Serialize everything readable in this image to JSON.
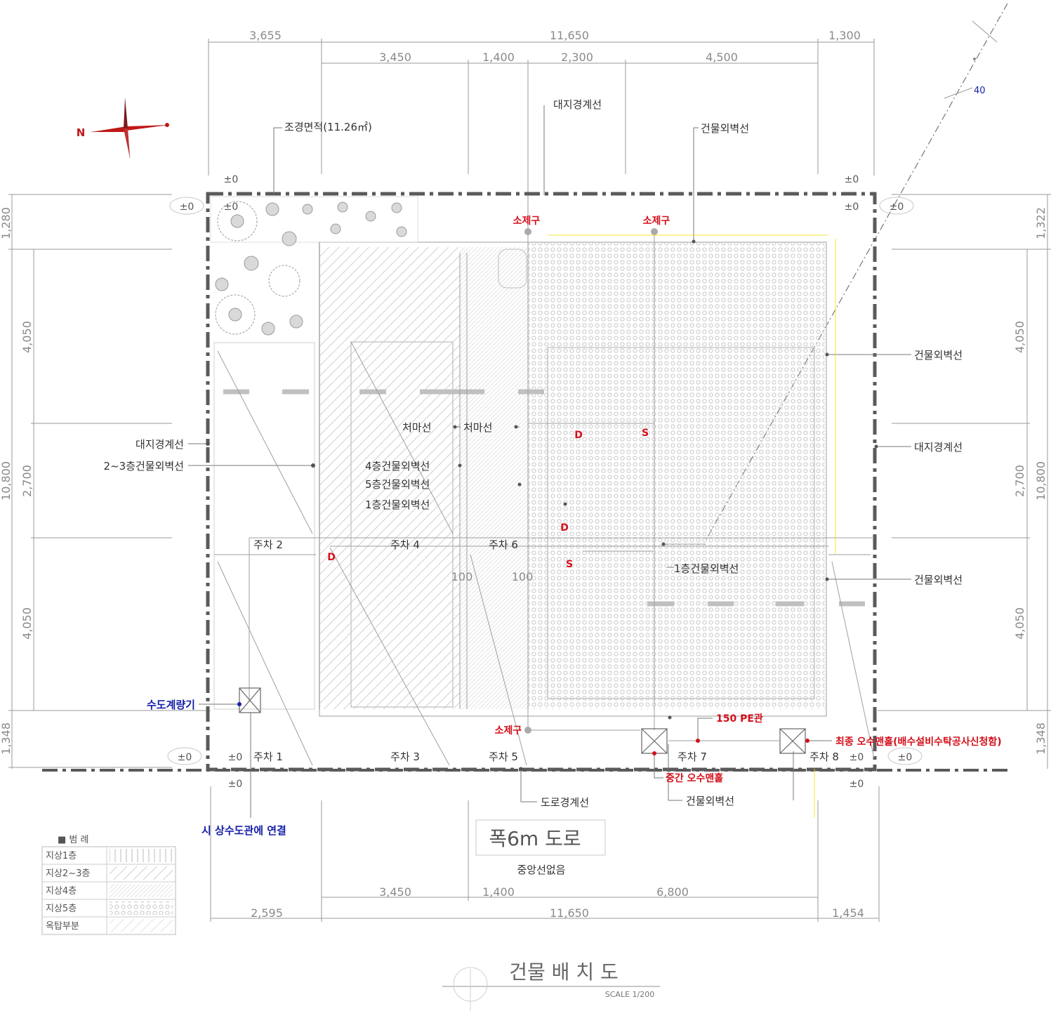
{
  "title": "건물 배 치 도",
  "scale": "SCALE 1/200",
  "road": {
    "name": "폭6m 도로",
    "note": "중앙선없음"
  },
  "top_dims": {
    "outer": [
      "3,655",
      "11,650",
      "1,300"
    ],
    "inner": [
      "3,450",
      "1,400",
      "2,300",
      "4,500"
    ]
  },
  "bottom_dims": {
    "inner": [
      "3,450",
      "1,400",
      "6,800"
    ],
    "outer": [
      "2,595",
      "11,650",
      "1,454"
    ]
  },
  "left_dims": {
    "outer": [
      "1,280",
      "10,800",
      "1,348"
    ],
    "inner": [
      "4,050",
      "2,700",
      "4,050"
    ]
  },
  "right_dims": {
    "outer": [
      "1,322",
      "10,800",
      "1,348"
    ],
    "inner": [
      "4,050",
      "2,700",
      "4,050"
    ]
  },
  "angle": "40",
  "north": "N",
  "level": "±0",
  "labels": {
    "landscape": "조경면적(11.26㎡)",
    "site_boundary_top": "대지경계선",
    "wall_top": "건물외벽선",
    "wall_right_1": "건물외벽선",
    "site_boundary_right": "대지경계선",
    "wall_right_2": "건물외벽선",
    "site_boundary_left": "대지경계선",
    "wall_23_left": "2~3층건물외벽선",
    "eave_1": "처마선",
    "eave_2": "처마선",
    "wall_4": "4층건물외벽선",
    "wall_5": "5층건물외벽선",
    "wall_1": "1층건물외벽선",
    "wall_1_right": "1층건물외벽선",
    "road_boundary": "도로경계선",
    "wall_bottom": "건물외벽선",
    "dim_100a": "100",
    "dim_100b": "100"
  },
  "parking": [
    "주차 1",
    "주차 2",
    "주차 3",
    "주차 4",
    "주차 5",
    "주차 6",
    "주차 7",
    "주차 8"
  ],
  "red_labels": {
    "fire_1": "소제구",
    "fire_2": "소제구",
    "fire_3": "소제구",
    "pipe": "150 PE관",
    "final_manhole": "최종 오수맨홀(배수설비수탁공사신청함)",
    "mid_manhole": "중간 오수맨홀",
    "D": "D",
    "S": "S"
  },
  "blue_labels": {
    "meter": "수도계량기",
    "city_water": "시 상수도관에 연결"
  },
  "legend": {
    "title": "■ 범  례",
    "items": [
      "지상1층",
      "지상2~3층",
      "지상4층",
      "지상5층",
      "옥탑부분"
    ]
  },
  "colors": {
    "red": "#d4101a",
    "yellow": "#f2e000",
    "blue": "#1520a8",
    "line": "#555555"
  }
}
